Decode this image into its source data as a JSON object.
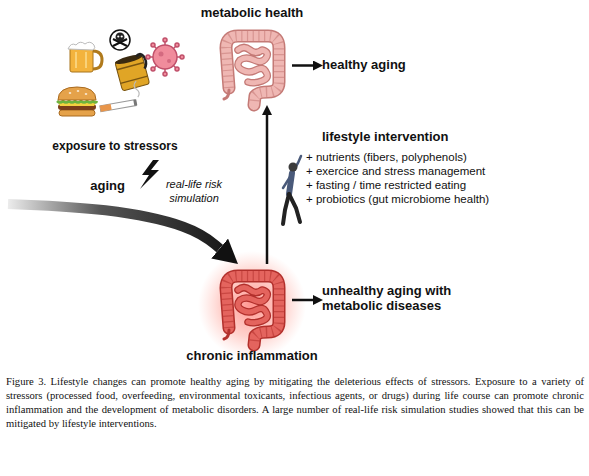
{
  "diagram": {
    "caption": "Figure 3. Lifestyle changes can promote healthy aging by mitigating the deleterious effects of stressors. Exposure to a variety of stressors (processed food, overfeeding, environmental toxicants, infectious agents, or drugs) during life course can promote chronic inflammation and the development of metabolic disorders. A large number of real-life risk simulation studies showed that this can be mitigated by lifestyle interventions.",
    "nodes": [
      {
        "text": [
          "metabolic health"
        ]
      },
      {
        "text": [
          "healthy aging"
        ]
      },
      {
        "text": [
          "exposure to stressors"
        ]
      },
      {
        "text": [
          "aging"
        ]
      },
      {
        "text": [
          "chronic inflammation"
        ]
      },
      {
        "text": [
          "unhealthy aging with metabolic diseases"
        ]
      }
    ],
    "edges": [
      {
        "from": 0,
        "to": 1,
        "arrow": "to"
      },
      {
        "from": 3,
        "to": 4,
        "arrow": "to"
      },
      {
        "from": 4,
        "to": 0,
        "arrow": "to",
        "label": "real-life risk simulation"
      },
      {
        "from": 4,
        "to": 5,
        "arrow": "to"
      }
    ],
    "labels": [
      "lifestyle intervention",
      "+ nutrients (fibers, polyphenols)",
      "+ exercice and stress management",
      "+ fasting / time restricted eating",
      "+ probiotics (gut microbiome health)"
    ]
  }
}
